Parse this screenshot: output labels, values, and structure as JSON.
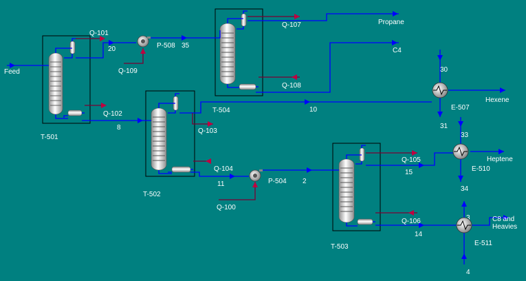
{
  "columns": [
    {
      "id": "t501",
      "label": "T-501"
    },
    {
      "id": "t502",
      "label": "T-502"
    },
    {
      "id": "t503",
      "label": "T-503"
    },
    {
      "id": "t504",
      "label": "T-504"
    }
  ],
  "pumps": [
    {
      "id": "p508",
      "label": "P-508"
    },
    {
      "id": "p504",
      "label": "P-504"
    }
  ],
  "exchangers": [
    {
      "id": "e507",
      "label": "E-507"
    },
    {
      "id": "e510",
      "label": "E-510"
    },
    {
      "id": "e511",
      "label": "E-511"
    }
  ],
  "streams": {
    "feed": "Feed",
    "s20": "20",
    "s35": "35",
    "s8": "8",
    "s10": "10",
    "s11": "11",
    "s2": "2",
    "s15": "15",
    "s14": "14",
    "s30": "30",
    "s31": "31",
    "s33": "33",
    "s34": "34",
    "s3": "3",
    "s4": "4",
    "propane": "Propane",
    "c4": "C4",
    "hexene": "Hexene",
    "heptene": "Heptene",
    "c8_line1": "C8 and",
    "c8_line2": "Heavies"
  },
  "energy": {
    "q101": "Q-101",
    "q102": "Q-102",
    "q103": "Q-103",
    "q104": "Q-104",
    "q105": "Q-105",
    "q106": "Q-106",
    "q107": "Q-107",
    "q108": "Q-108",
    "q109": "Q-109",
    "q100": "Q-100"
  }
}
